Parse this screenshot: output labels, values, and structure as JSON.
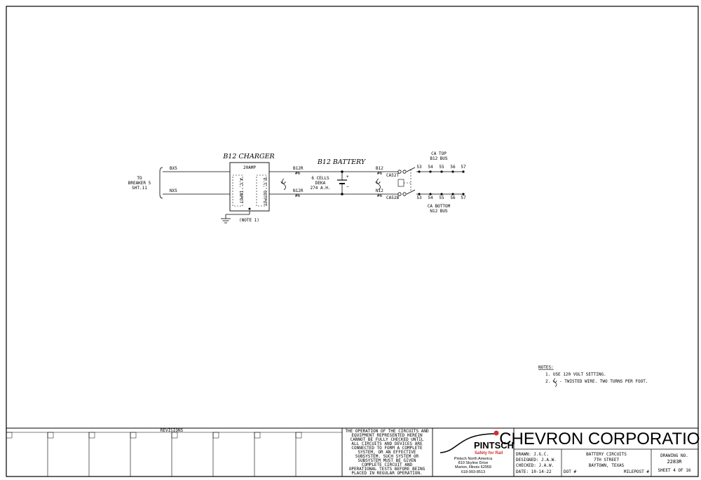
{
  "schematic": {
    "charger_title": "B12 CHARGER",
    "charger_rating": "20AMP",
    "ac_input_label": "A.C. INPUT",
    "dc_output_label": "D.C. OUTPUT",
    "battery_title": "B12 BATTERY",
    "battery_spec": [
      "6 CELLS",
      "DEKA",
      "274 A.H."
    ],
    "to_breaker": [
      "TO",
      "BREAKER 5",
      "SHT.11"
    ],
    "wire_bx5": "BX5",
    "wire_nx5": "NX5",
    "wire_b12r": "B12R",
    "wire_n12r": "N12R",
    "wire_b12": "B12",
    "wire_n12": "N12",
    "gauge_6": "#6",
    "note_ref": "(NOTE 1)",
    "fuse_top": "CA52T",
    "fuse_bottom": "CA52B",
    "bus_top_title": [
      "CA TOP",
      "B12 BUS"
    ],
    "bus_bottom_title": [
      "CA BOTTOM",
      "N12 BUS"
    ],
    "bus_terminals": [
      "53",
      "54",
      "55",
      "56",
      "57"
    ],
    "plus": "+",
    "minus": "−"
  },
  "notes": {
    "heading": "NOTES:",
    "items": [
      "1. USE 120 VOLT SETTING.",
      "2.",
      "- TWISTED WIRE. TWO TURNS PER FOOT."
    ]
  },
  "title_block": {
    "revisions_label": "REVISIONS",
    "disclaimer": [
      "THE OPERATION OF THE CIRCUITS AND",
      "EQUIPMENT REPRESENTED HEREIN",
      "CANNOT BE FULLY CHECKED UNTIL",
      "ALL CIRCUITS AND DEVICES ARE",
      "CONNECTED TO FORM A COMPLETE",
      "SYSTEM, OR AN EFFECTIVE",
      "SUBSYSTEM.  SUCH SYSTEM OR",
      "SUBSYSTEM MUST BE GIVEN",
      "COMPLETE CIRCUIT AND",
      "OPERATIONAL TESTS BEFORE BEING",
      "PLACED IN REGULAR OPERATION."
    ],
    "logo_name": "PINTSCH",
    "logo_tagline": "Safety for Rail",
    "address": [
      "Pintsch North America",
      "810 Skyline Drive",
      "Marion, Illinois 62959",
      "618-993-8513"
    ],
    "company": "CHEVRON CORPORATION",
    "drawn": "DRAWN:   J.G.C.",
    "designed": "DESIGNED: J.A.W.",
    "checked": "CHECKED:  J.A.W.",
    "date": "DATE: 10-14-22",
    "dot": "DOT #",
    "milepost": "MILEPOST #",
    "project_title": "BATTERY CIRCUITS",
    "project_street": "7TH STREET",
    "project_city": "BAYTOWN, TEXAS",
    "drawing_no_label": "DRAWING NO.",
    "drawing_no": "2283R",
    "sheet": "SHEET 4 OF 16"
  },
  "colors": {
    "line": "#000000",
    "logo_red": "#d32f2f"
  }
}
